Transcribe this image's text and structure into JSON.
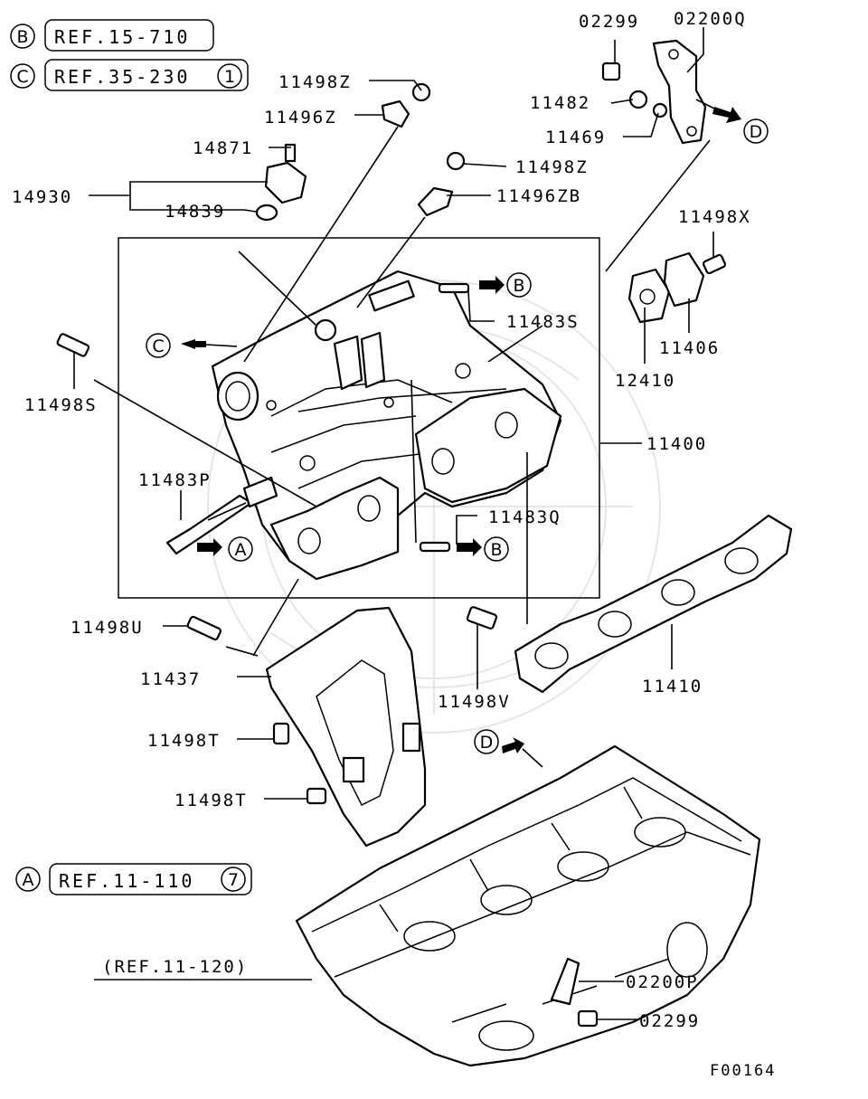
{
  "refs": [
    {
      "marker": "B",
      "text": "REF.15-710",
      "circled": ""
    },
    {
      "marker": "C",
      "text": "REF.35-230",
      "circled": "1"
    },
    {
      "marker": "A",
      "text": "REF.11-110",
      "circled": "7"
    }
  ],
  "head_ref": "(REF.11-120)",
  "figure_code": "F00164",
  "parts": {
    "p02299_top": "02299",
    "p02200Q": "02200Q",
    "p11482": "11482",
    "p11469": "11469",
    "p11498Z_top": "11498Z",
    "p11496Z": "11496Z",
    "p14871": "14871",
    "p14930": "14930",
    "p14839": "14839",
    "p11498Z_mid": "11498Z",
    "p11496ZB": "11496ZB",
    "p11498X": "11498X",
    "p11406": "11406",
    "p12410": "12410",
    "p11483S": "11483S",
    "p11498S": "11498S",
    "p11400": "11400",
    "p11483P": "11483P",
    "p11483Q": "11483Q",
    "p11498U": "11498U",
    "p11437": "11437",
    "p11498V": "11498V",
    "p11410": "11410",
    "p11498T_a": "11498T",
    "p11498T_b": "11498T",
    "p02200P": "02200P",
    "p02299_bot": "02299"
  },
  "markers": {
    "B1": "B",
    "C1": "C",
    "A1": "A",
    "B2": "B",
    "D1": "D",
    "D2": "D"
  }
}
